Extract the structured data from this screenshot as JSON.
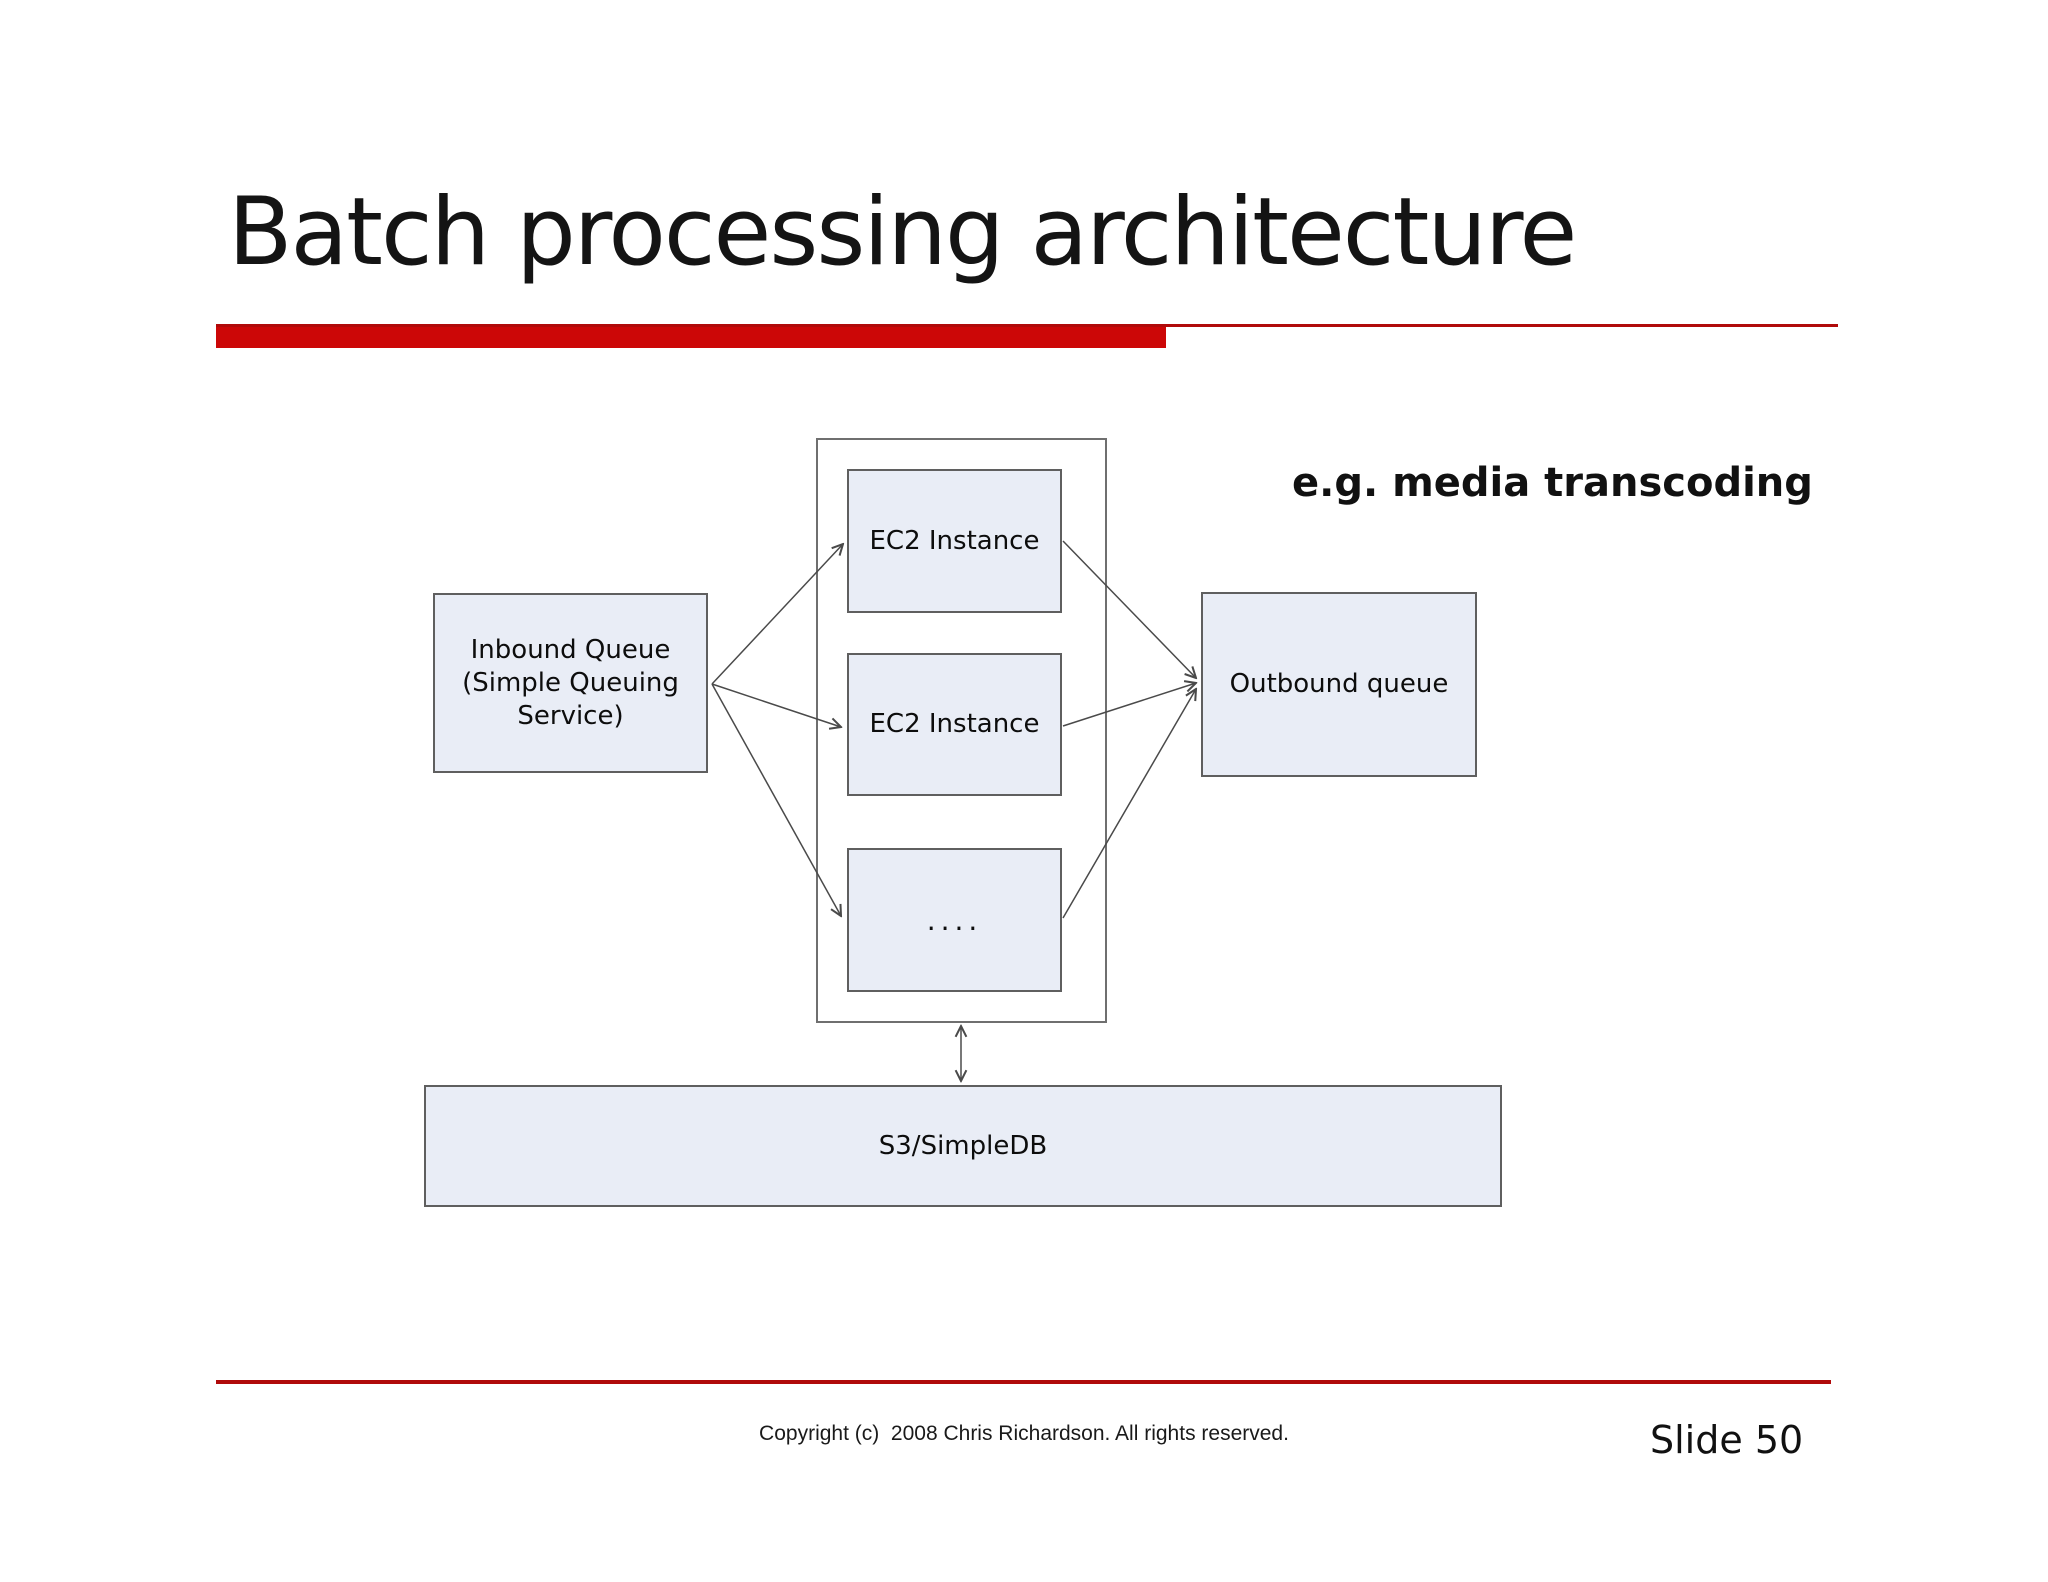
{
  "title": "Batch processing architecture",
  "annotation": "e.g. media transcoding",
  "diagram": {
    "inbound": {
      "lines": [
        "Inbound Queue",
        "(Simple Queuing",
        "Service)"
      ]
    },
    "workers": {
      "ec2_1": "EC2 Instance",
      "ec2_2": "EC2 Instance",
      "more": "...."
    },
    "outbound": "Outbound queue",
    "storage": "S3/SimpleDB"
  },
  "footer": {
    "copyright": "Copyright (c)  2008 Chris Richardson. All rights reserved.",
    "slide_number": "Slide 50"
  },
  "colors": {
    "accent_red": "#cc0707",
    "line_red": "#b00a0a",
    "box_fill": "#e9edf6",
    "box_border": "#5f5f5f",
    "arrow": "#4a4a4a"
  }
}
